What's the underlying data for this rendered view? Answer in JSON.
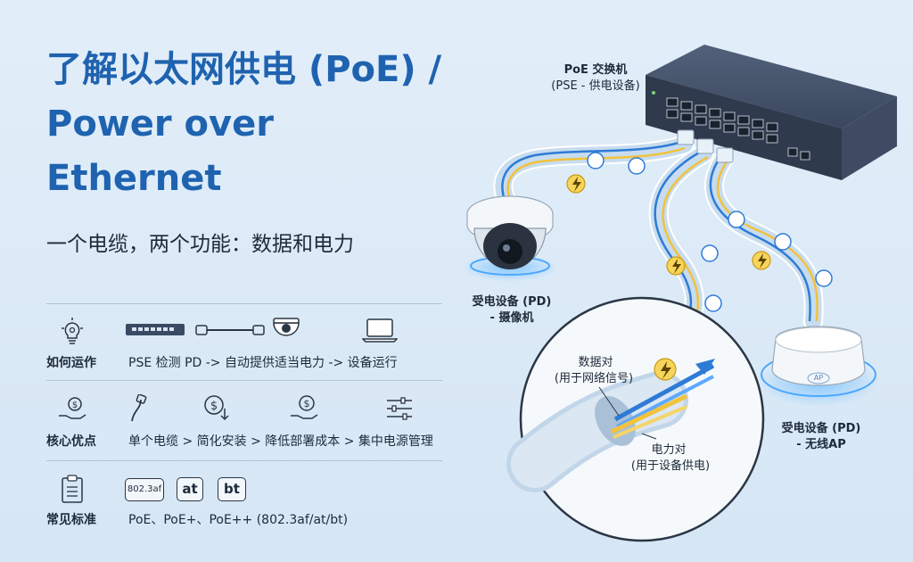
{
  "title": {
    "line1": "了解以太网供电 (PoE) /",
    "line2": "Power over",
    "line3": "Ethernet"
  },
  "subtitle": "一个电缆，两个功能：数据和电力",
  "rows": [
    {
      "label": "如何运作",
      "text": "PSE 检测 PD -> 自动提供适当电力 -> 设备运行",
      "icon": "lightbulb-gear-icon"
    },
    {
      "label": "核心优点",
      "text": "单个电缆 > 简化安装 > 降低部署成本 > 集中电源管理",
      "icon": "hand-dollar-icon"
    },
    {
      "label": "常见标准",
      "text": "PoE、PoE+、PoE++ (802.3af/at/bt)",
      "icon": "clipboard-checklist-icon"
    }
  ],
  "standards": [
    "802.3af",
    "at",
    "bt"
  ],
  "switch": {
    "label": "PoE 交换机",
    "sublabel": "(PSE - 供电设备)"
  },
  "camera": {
    "label": "受电设备 (PD)",
    "sublabel": "- 摄像机"
  },
  "ap": {
    "label": "受电设备 (PD)",
    "sublabel": "- 无线AP",
    "badge": "AP"
  },
  "cable": {
    "data_pair": "数据对",
    "data_pair_sub": "(用于网络信号)",
    "power_pair": "电力对",
    "power_pair_sub": "(用于设备供电)"
  },
  "colors": {
    "title": "#1f63b0",
    "accent": "#2e7bd6",
    "power": "#f2c23a",
    "cable": "#cfe1f2",
    "switch": "#3b4a63"
  }
}
